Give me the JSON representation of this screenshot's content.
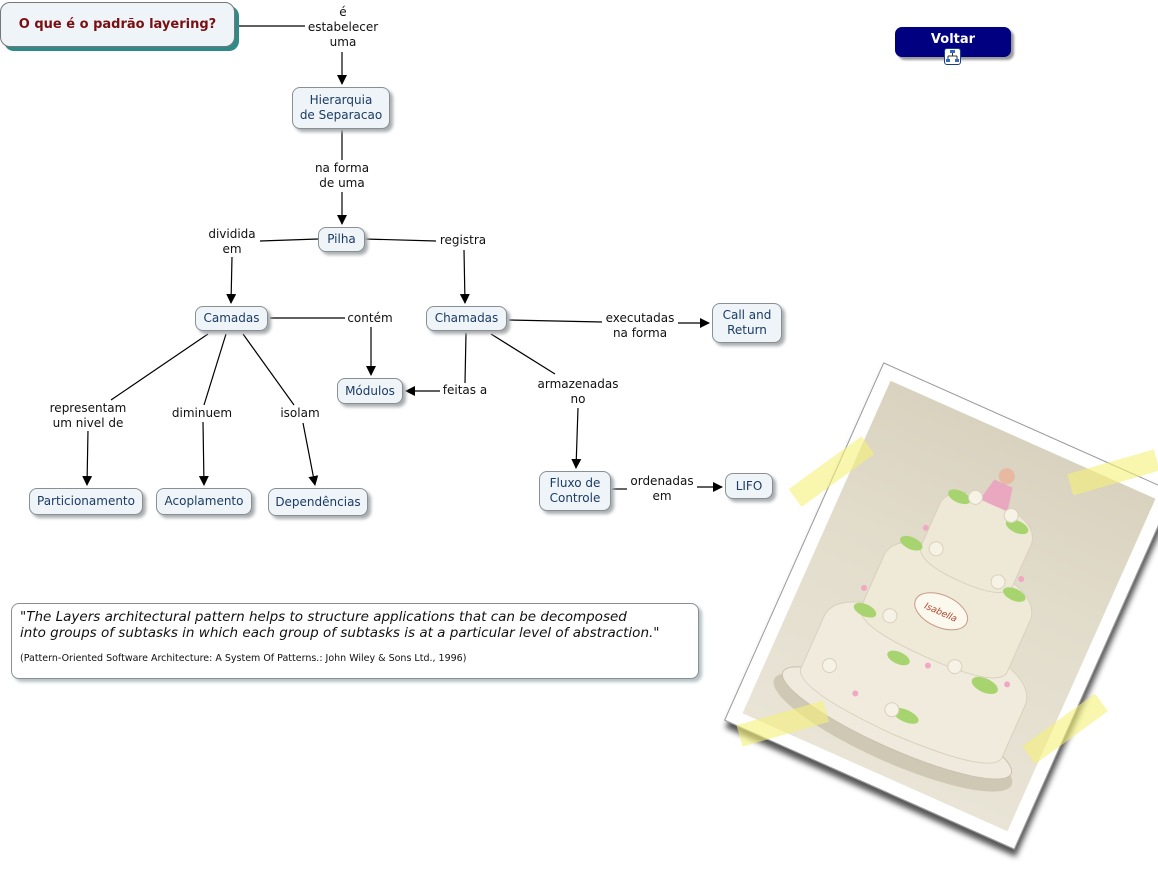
{
  "title_node": {
    "label": "O que é o padrão layering?"
  },
  "back_button": {
    "label": "Voltar",
    "icon": "concept-map-icon"
  },
  "nodes": {
    "hierarquia": "Hierarquia\nde Separacao",
    "pilha": "Pilha",
    "camadas": "Camadas",
    "chamadas": "Chamadas",
    "call_return": "Call and\nReturn",
    "modulos": "Módulos",
    "particionamento": "Particionamento",
    "acoplamento": "Acoplamento",
    "dependencias": "Dependências",
    "fluxo": "Fluxo de\nControle",
    "lifo": "LIFO"
  },
  "links": {
    "estabelecer": "é\nestabelecer\numa",
    "na_forma_de_uma": "na forma\nde uma",
    "dividida_em": "dividida\nem",
    "registra": "registra",
    "contem": "contém",
    "executadas": "executadas\nna forma",
    "feitas_a": "feitas a",
    "armazenadas": "armazenadas\nno",
    "representam": "representam\num nivel de",
    "diminuem": "diminuem",
    "isolam": "isolam",
    "ordenadas": "ordenadas\nem"
  },
  "quote": {
    "text": "\"The Layers architectural pattern helps to structure applications that can be decomposed\ninto groups of subtasks in which each group of subtasks is at a particular level of abstraction.\"",
    "source": "(Pattern-Oriented Software Architecture: A System Of Patterns.: John Wiley & Sons Ltd., 1996)"
  },
  "photo": {
    "subject": "three-tier cake photo",
    "plaque_text": "Isabella"
  }
}
